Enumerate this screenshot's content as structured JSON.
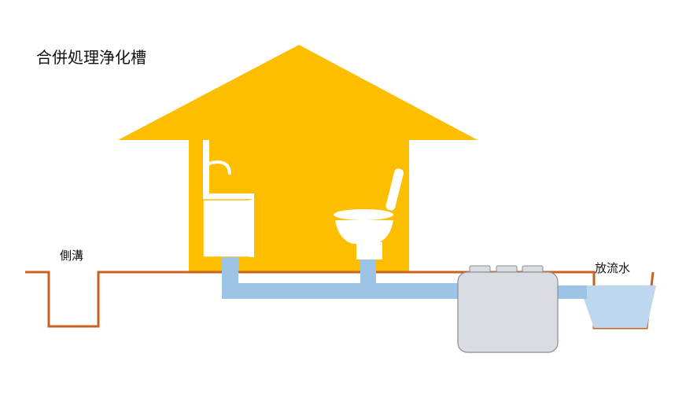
{
  "title": "合併処理浄化槽",
  "labels": {
    "side_ditch": "側溝",
    "discharge": "放流水"
  },
  "colors": {
    "house": "#FDBE00",
    "ground": "#C8621E",
    "pipe": "#9DC3E6",
    "tank_fill": "#D9DCE3",
    "tank_stroke": "#8C8C8C",
    "fixture": "#FFFFFF",
    "water": "#BDD7EE"
  },
  "icons": {
    "house": "house-icon",
    "sink": "sink-icon",
    "toilet": "toilet-icon",
    "tank": "septic-tank-icon"
  }
}
